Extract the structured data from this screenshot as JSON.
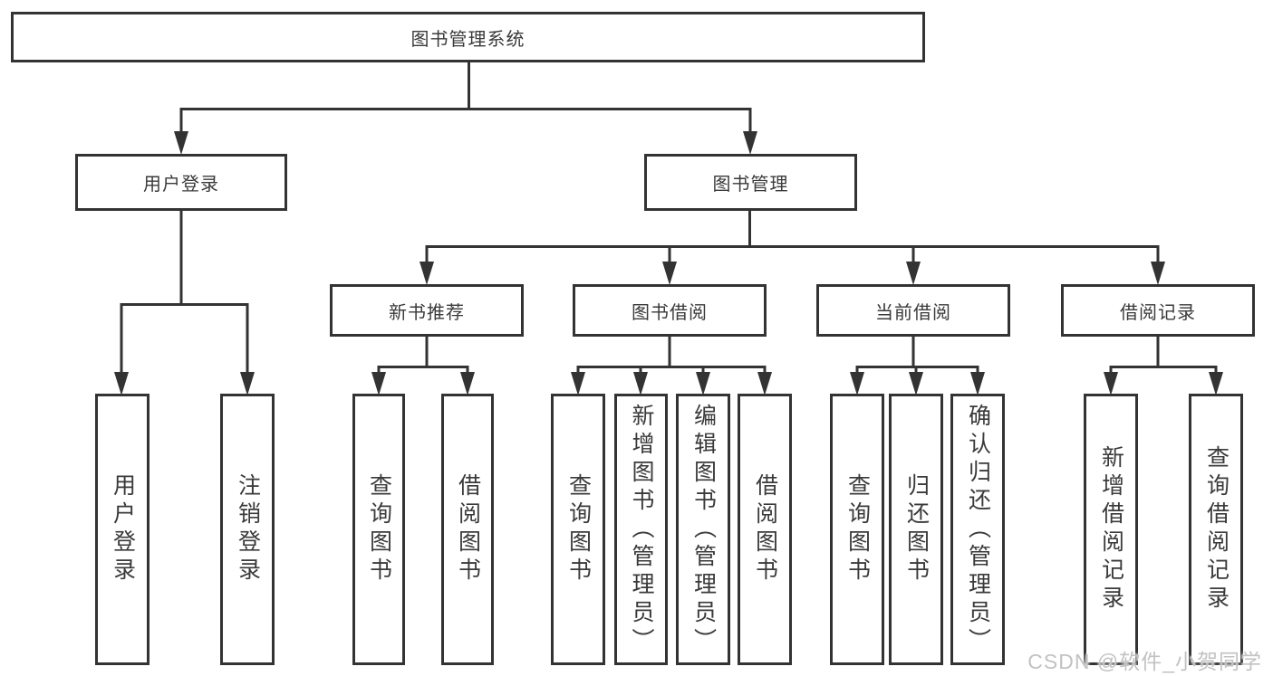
{
  "diagram": {
    "root": {
      "label": "图书管理系统"
    },
    "level2": [
      {
        "label": "用户登录"
      },
      {
        "label": "图书管理"
      }
    ],
    "level3": [
      {
        "label": "新书推荐"
      },
      {
        "label": "图书借阅"
      },
      {
        "label": "当前借阅"
      },
      {
        "label": "借阅记录"
      }
    ],
    "leaves": {
      "login": [
        {
          "label": "用户登录"
        },
        {
          "label": "注销登录"
        }
      ],
      "new_books": [
        {
          "label": "查询图书"
        },
        {
          "label": "借阅图书"
        }
      ],
      "book_borrow": [
        {
          "label": "查询图书"
        },
        {
          "label": "新增图书（管理员）"
        },
        {
          "label": "编辑图书（管理员）"
        },
        {
          "label": "借阅图书"
        }
      ],
      "current_borrow": [
        {
          "label": "查询图书"
        },
        {
          "label": "归还图书"
        },
        {
          "label": "确认归还（管理员）"
        }
      ],
      "borrow_records": [
        {
          "label": "新增借阅记录"
        },
        {
          "label": "查询借阅记录"
        }
      ]
    },
    "colors": {
      "line": "#333333",
      "text": "#3a3a3a",
      "background": "#ffffff",
      "watermark_text": "#c2c2c2"
    }
  },
  "watermark": {
    "text": "CSDN @软件_小贺同学"
  }
}
